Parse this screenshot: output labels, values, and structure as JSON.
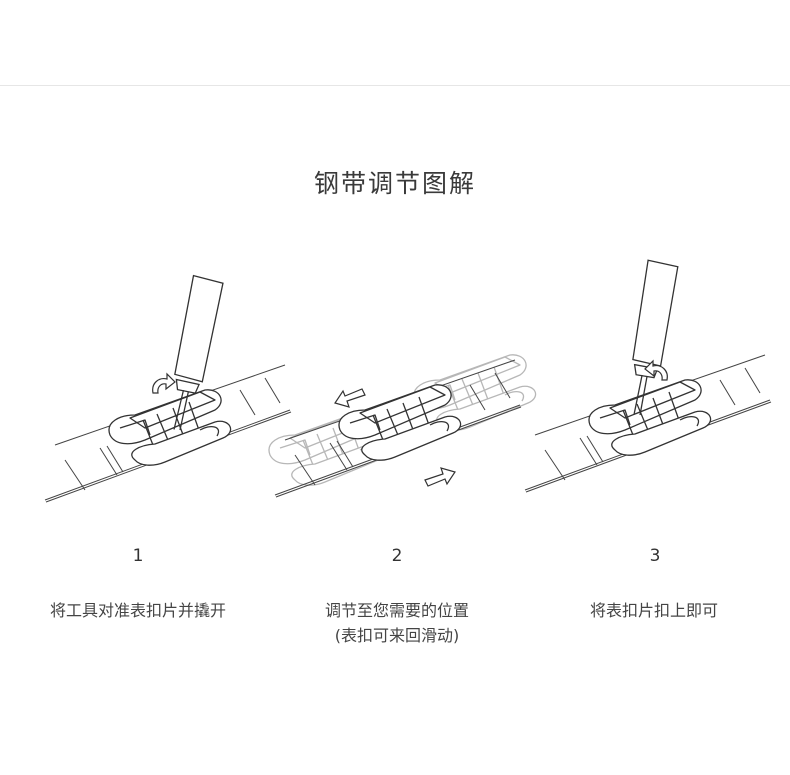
{
  "title": "钢带调节图解",
  "steps": [
    {
      "number": "1",
      "caption": "将工具对准表扣片并撬开"
    },
    {
      "number": "2",
      "caption": "调节至您需要的位置",
      "note": "(表扣可来回滑动)"
    },
    {
      "number": "3",
      "caption": "将表扣片扣上即可"
    }
  ]
}
